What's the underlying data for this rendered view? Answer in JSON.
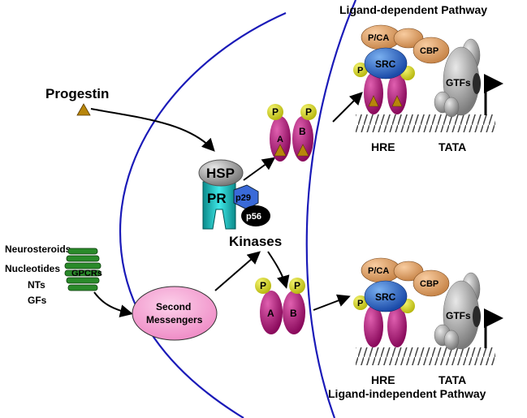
{
  "pathways": {
    "dependent": {
      "title": "Ligand-dependent Pathway",
      "coactivators": [
        "P/CA",
        "SRC",
        "CBP"
      ],
      "receptor_subunits": [
        "A",
        "B"
      ],
      "phospho": "P",
      "gtfs": "GTFs",
      "hre": "HRE",
      "tata": "TATA"
    },
    "independent": {
      "title": "Ligand-independent Pathway",
      "coactivators": [
        "P/CA",
        "SRC",
        "CBP"
      ],
      "phospho": "P",
      "gtfs": "GTFs",
      "hre": "HRE",
      "tata": "TATA"
    }
  },
  "cytoplasm": {
    "ligand": "Progestin",
    "hsp": "HSP",
    "pr": "PR",
    "p29": "p29",
    "p56": "p56",
    "kinases": "Kinases",
    "dimer_subunits": [
      "A",
      "B"
    ],
    "phospho": "P"
  },
  "signals": {
    "list": [
      "Neurosteroids",
      "Nucleotides",
      "NTs",
      "GFs"
    ],
    "receptor": "GPCRs",
    "messenger_line1": "Second",
    "messenger_line2": "Messengers"
  },
  "colors": {
    "membrane": "#1a1ab8",
    "receptor_magenta": "#a0106e",
    "phospho_yellow": "#d6d616",
    "src_blue": "#2a6ad0",
    "coactivator_tan": "#e0a068",
    "hsp_gray": "#a8a8a8",
    "pr_cyan": "#18c8c8",
    "p29_blue": "#3a6ad8",
    "gpcr_green": "#2a8a2a",
    "messenger_pink": "#f4a0d0",
    "ligand_brown": "#b8860b"
  }
}
